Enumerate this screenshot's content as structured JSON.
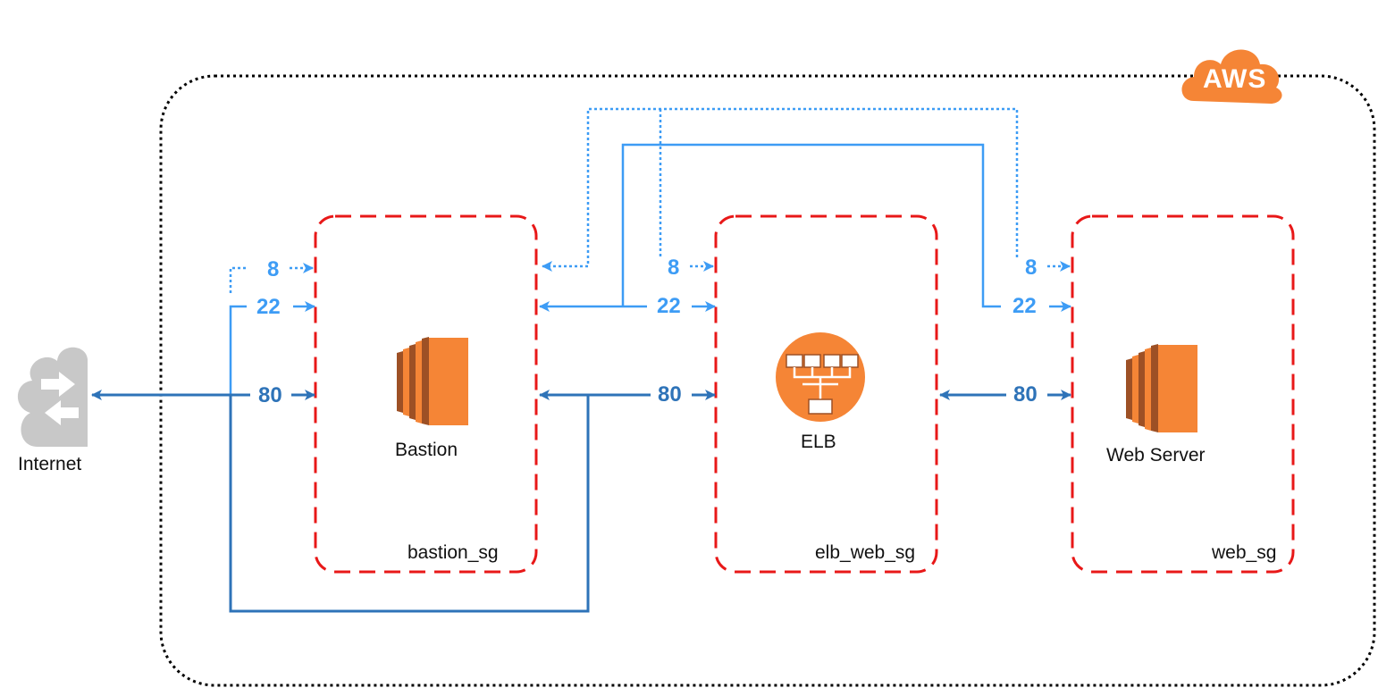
{
  "cloud": {
    "badge": "AWS",
    "badge_color": "#f58536",
    "border_color": "#000000"
  },
  "internet": {
    "label": "Internet",
    "icon": "internet-cloud-icon",
    "color": "#c8c8c8"
  },
  "groups": {
    "bastion": {
      "label": "bastion_sg"
    },
    "elb": {
      "label": "elb_web_sg"
    },
    "web": {
      "label": "web_sg"
    }
  },
  "nodes": {
    "bastion": {
      "label": "Bastion",
      "icon": "ec2-instance-icon"
    },
    "elb": {
      "label": "ELB",
      "icon": "load-balancer-icon"
    },
    "web": {
      "label": "Web Server",
      "icon": "ec2-instance-icon"
    }
  },
  "ports": {
    "bastion": {
      "p8": "8",
      "p22": "22",
      "p80": "80"
    },
    "elb": {
      "p8": "8",
      "p22": "22",
      "p80": "80"
    },
    "web": {
      "p8": "8",
      "p22": "22",
      "p80": "80"
    }
  },
  "colors": {
    "port_8": "#3d9cf5",
    "port_22": "#3d9cf5",
    "port_80": "#2e73b8",
    "group_border": "#e81818",
    "aws_orange": "#f58536"
  }
}
